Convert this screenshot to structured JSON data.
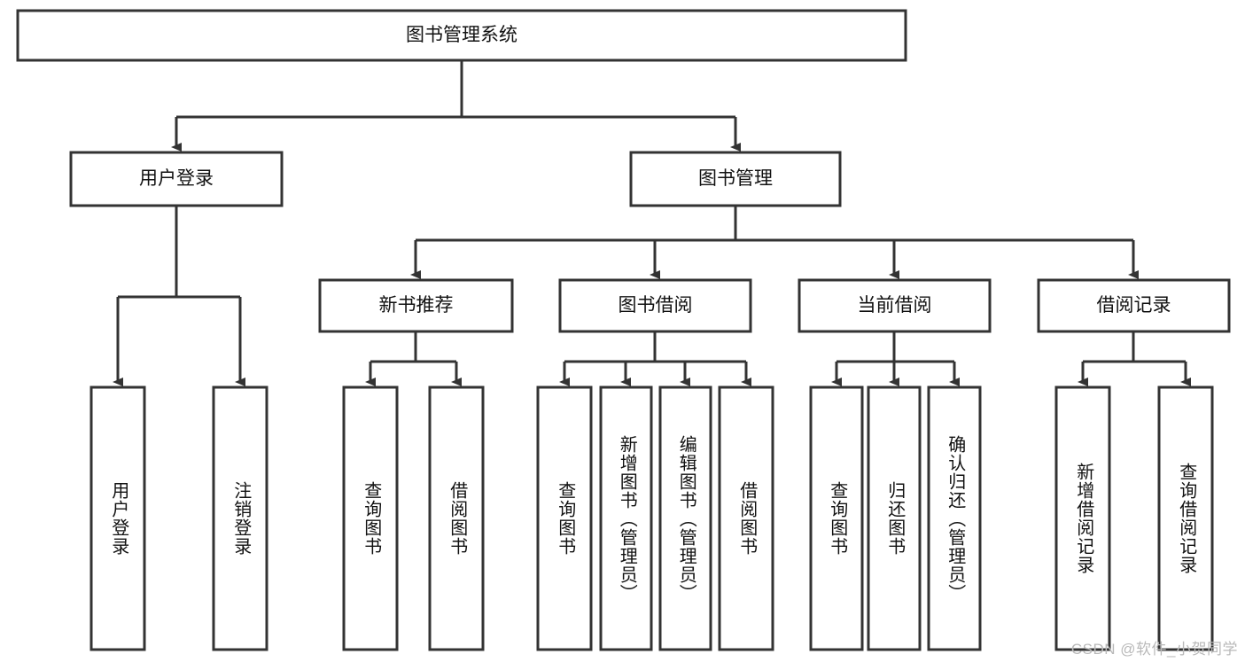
{
  "diagram": {
    "type": "tree-hierarchy",
    "title": "图书管理系统",
    "colors": {
      "stroke": "#333333",
      "box_fill": "#ffffff",
      "text": "#111111",
      "background": "#ffffff",
      "watermark": "#b9b9b9"
    },
    "root": {
      "label": "图书管理系统"
    },
    "level2": [
      {
        "label": "用户登录"
      },
      {
        "label": "图书管理"
      }
    ],
    "level3": [
      {
        "label": "新书推荐"
      },
      {
        "label": "图书借阅"
      },
      {
        "label": "当前借阅"
      },
      {
        "label": "借阅记录"
      }
    ],
    "leaves": {
      "user_login": [
        {
          "label": "用户登录"
        },
        {
          "label": "注销登录"
        }
      ],
      "new_book_recommend": [
        {
          "label": "查询图书"
        },
        {
          "label": "借阅图书"
        }
      ],
      "book_borrow": [
        {
          "label": "查询图书"
        },
        {
          "label": "新增图书（管理员）"
        },
        {
          "label": "编辑图书（管理员）"
        },
        {
          "label": "借阅图书"
        }
      ],
      "current_borrow": [
        {
          "label": "查询图书"
        },
        {
          "label": "归还图书"
        },
        {
          "label": "确认归还（管理员）"
        }
      ],
      "borrow_records": [
        {
          "label": "新增借阅记录"
        },
        {
          "label": "查询借阅记录"
        }
      ]
    },
    "watermark": "CSDN @软件_小贺同学"
  }
}
